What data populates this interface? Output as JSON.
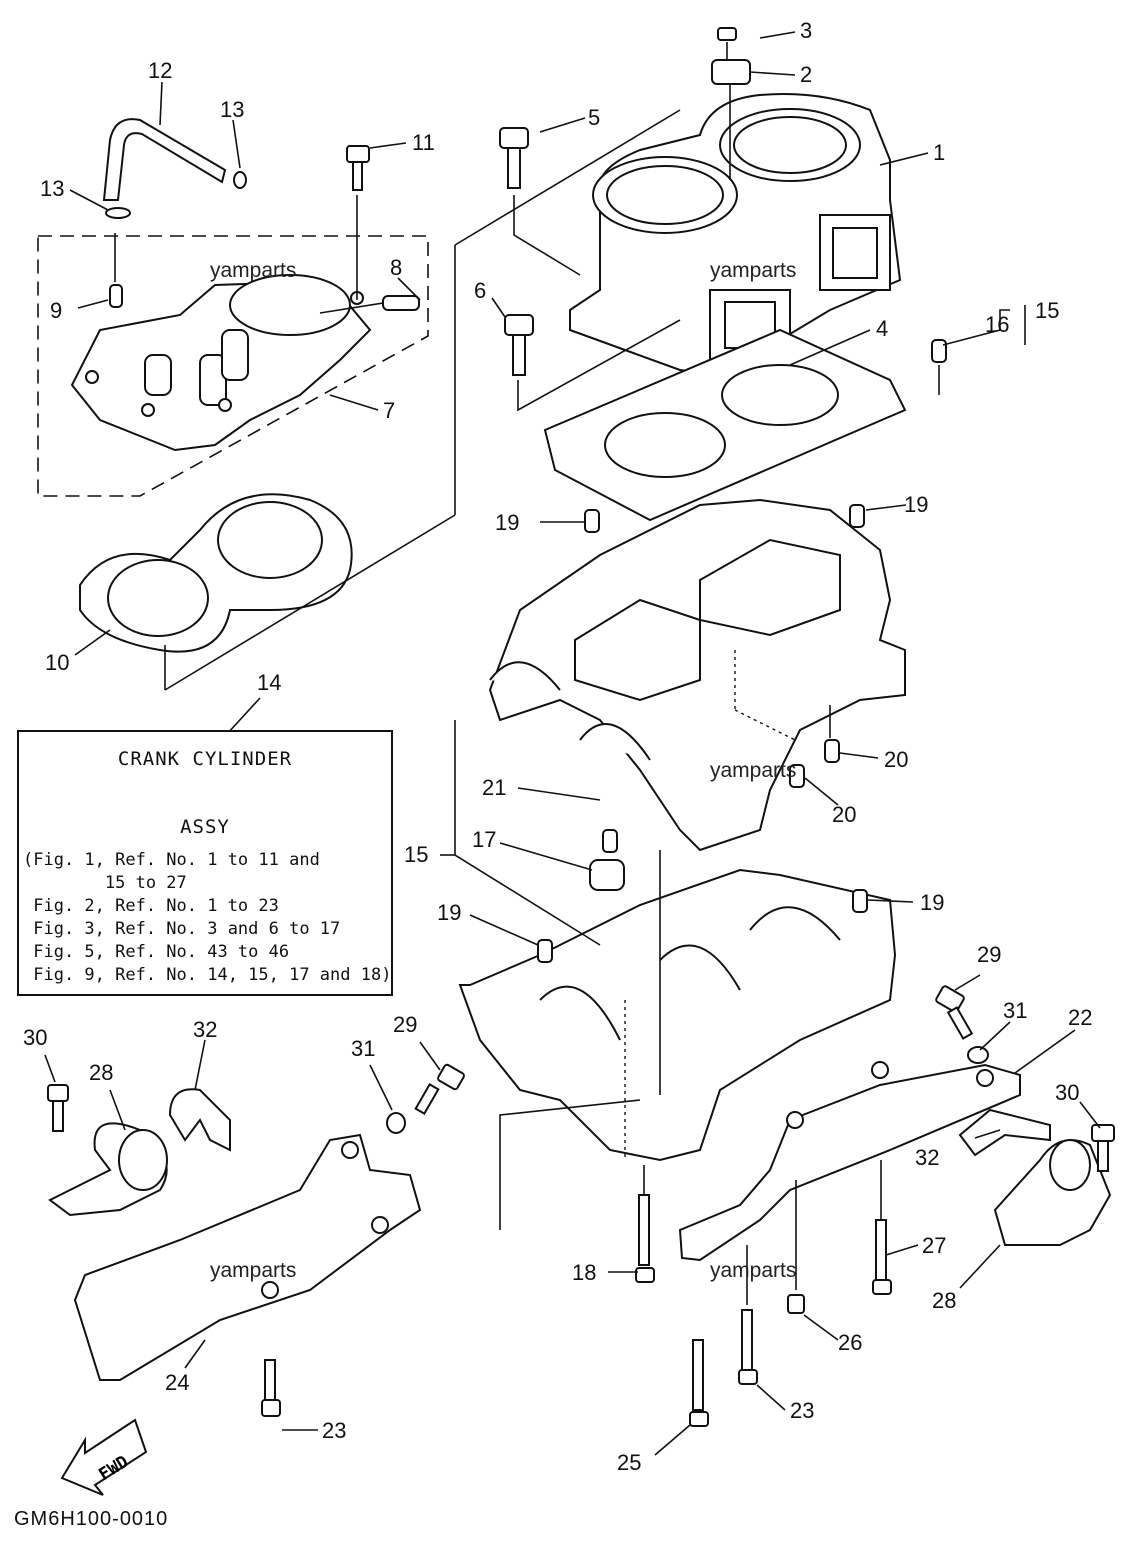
{
  "figure_code": "GM6H100-0010",
  "watermark": "yamparts",
  "info_box": {
    "title_line1": "CRANK CYLINDER",
    "title_line2": "ASSY",
    "lines": [
      "(Fig. 1, Ref. No. 1 to 11 and",
      "        15 to 27",
      " Fig. 2, Ref. No. 1 to 23",
      " Fig. 3, Ref. No. 3 and 6 to 17",
      " Fig. 5, Ref. No. 43 to 46",
      " Fig. 9, Ref. No. 14, 15, 17 and 18)"
    ]
  },
  "fwd_label": "FWD",
  "callouts": {
    "c1": "1",
    "c2": "2",
    "c3": "3",
    "c4": "4",
    "c5": "5",
    "c6": "6",
    "c7": "7",
    "c8": "8",
    "c9": "9",
    "c10": "10",
    "c11": "11",
    "c12": "12",
    "c13a": "13",
    "c13b": "13",
    "c14": "14",
    "c15a": "15",
    "c15b": "15",
    "c16": "16",
    "c17": "17",
    "c18": "18",
    "c19a": "19",
    "c19b": "19",
    "c19c": "19",
    "c19d": "19",
    "c20a": "20",
    "c20b": "20",
    "c21": "21",
    "c22": "22",
    "c23a": "23",
    "c23b": "23",
    "c24": "24",
    "c25": "25",
    "c26": "26",
    "c27": "27",
    "c28a": "28",
    "c28b": "28",
    "c29a": "29",
    "c29b": "29",
    "c30a": "30",
    "c30b": "30",
    "c31a": "31",
    "c31b": "31",
    "c32a": "32",
    "c32b": "32"
  }
}
